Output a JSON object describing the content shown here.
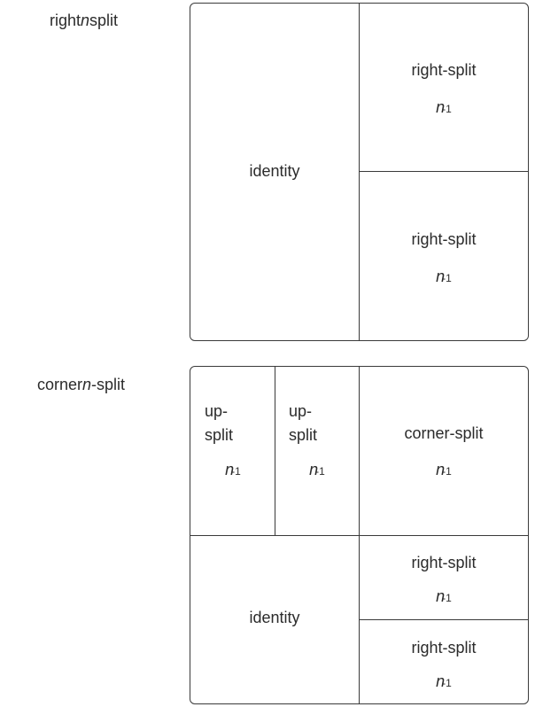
{
  "right_split": {
    "side_label_pre": "right",
    "side_label_n": "n",
    "side_label_post": "split",
    "left_cell": "identity",
    "top_right_cell": "right-split",
    "top_right_n": "n",
    "top_right_minus": "-1",
    "bottom_right_cell": "right-split",
    "bottom_right_n": "n",
    "bottom_right_minus": "-1"
  },
  "corner_split": {
    "side_label_pre": "corner",
    "side_label_n": "n",
    "side_label_post": "-split",
    "up_split_1_line1": "up-",
    "up_split_1_line2": "split",
    "up_split_1_n": "n",
    "up_split_1_minus": "-1",
    "up_split_2_line1": "up-",
    "up_split_2_line2": "split",
    "up_split_2_n": "n",
    "up_split_2_minus": "-1",
    "corner_cell": "corner-split",
    "corner_n": "n",
    "corner_minus": "-1",
    "identity_cell": "identity",
    "right_split_1": "right-split",
    "right_split_1_n": "n",
    "right_split_1_minus": "-1",
    "right_split_2": "right-split",
    "right_split_2_n": "n",
    "right_split_2_minus": "-1"
  }
}
